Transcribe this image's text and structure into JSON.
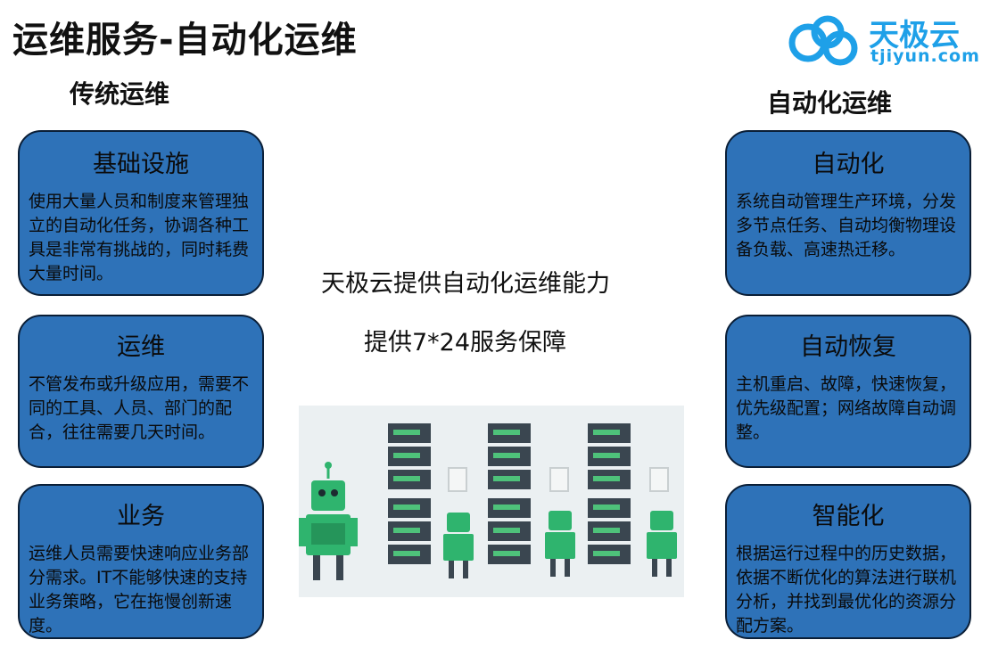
{
  "title": "运维服务-自动化运维",
  "logo": {
    "name": "天极云",
    "url": "tjiyun.com"
  },
  "left_heading": "传统运维",
  "right_heading": "自动化运维",
  "center": {
    "line1": "天极云提供自动化运维能力",
    "line2": "提供7*24服务保障"
  },
  "left_cards": [
    {
      "title": "基础设施",
      "body": "使用大量人员和制度来管理独立的自动化任务，协调各种工具是非常有挑战的，同时耗费大量时间。"
    },
    {
      "title": "运维",
      "body": "不管发布或升级应用，需要不同的工具、人员、部门的配合，往往需要几天时间。"
    },
    {
      "title": "业务",
      "body": "运维人员需要快速响应业务部分需求。IT不能够快速的支持业务策略，它在拖慢创新速度。"
    }
  ],
  "right_cards": [
    {
      "title": "自动化",
      "body": "系统自动管理生产环境，分发多节点任务、自动均衡物理设备负载、高速热迁移。"
    },
    {
      "title": "自动恢复",
      "body": "主机重启、故障，快速恢复，优先级配置；网络故障自动调整。"
    },
    {
      "title": "智能化",
      "body": "根据运行过程中的历史数据，依据不断优化的算法进行联机分析，并找到最优化的资源分配方案。"
    }
  ],
  "colors": {
    "card_fill": "#2e72b8",
    "card_border": "#0a1e36",
    "logo": "#1ea0e8",
    "robot": "#2fb46e",
    "server": "#3a4650"
  }
}
